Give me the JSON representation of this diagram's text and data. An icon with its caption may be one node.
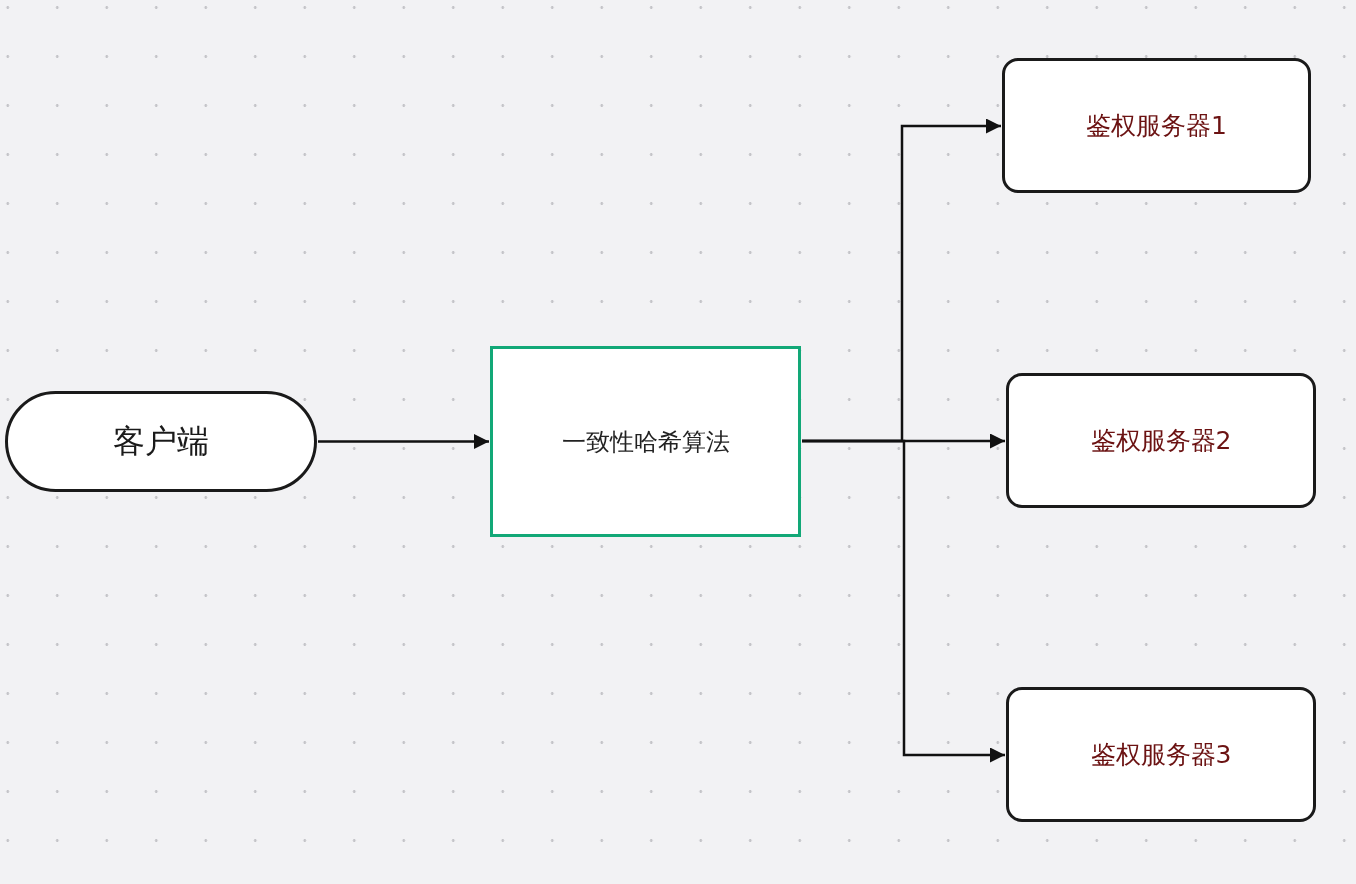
{
  "diagram": {
    "nodes": [
      {
        "text": [
          "客户端"
        ]
      },
      {
        "text": [
          "一致性哈希算法"
        ]
      },
      {
        "text": [
          "鉴权服务器1"
        ]
      },
      {
        "text": [
          "鉴权服务器2"
        ]
      },
      {
        "text": [
          "鉴权服务器3"
        ]
      }
    ],
    "edges": [
      {
        "from": 0,
        "to": 1,
        "arrow": "to"
      },
      {
        "from": 1,
        "to": 2,
        "arrow": "to"
      },
      {
        "from": 1,
        "to": 3,
        "arrow": "to"
      },
      {
        "from": 1,
        "to": 4,
        "arrow": "to"
      }
    ]
  }
}
